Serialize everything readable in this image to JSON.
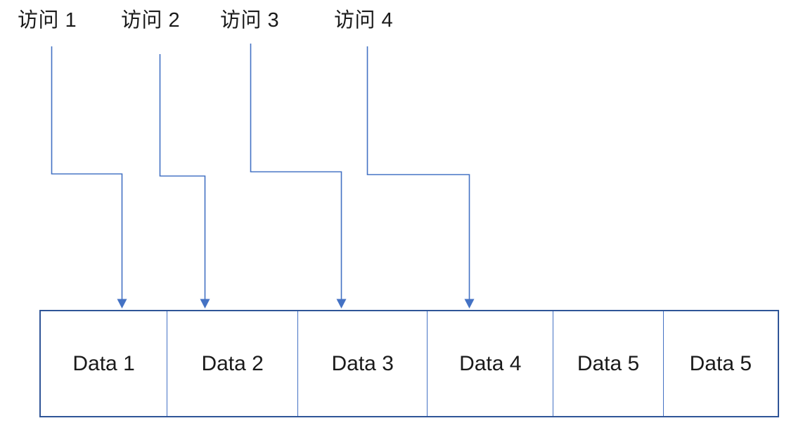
{
  "diagram": {
    "access_labels": [
      {
        "label": "访问 1"
      },
      {
        "label": "访问 2"
      },
      {
        "label": "访问 3"
      },
      {
        "label": "访问 4"
      }
    ],
    "data_cells": [
      {
        "label": "Data 1"
      },
      {
        "label": "Data 2"
      },
      {
        "label": "Data 3"
      },
      {
        "label": "Data 4"
      },
      {
        "label": "Data 5"
      },
      {
        "label": "Data 5"
      }
    ],
    "colors": {
      "connector": "#4472C4",
      "box_border": "#2F5597",
      "cell_divider": "#4472C4",
      "text": "#1a1a1a"
    }
  }
}
